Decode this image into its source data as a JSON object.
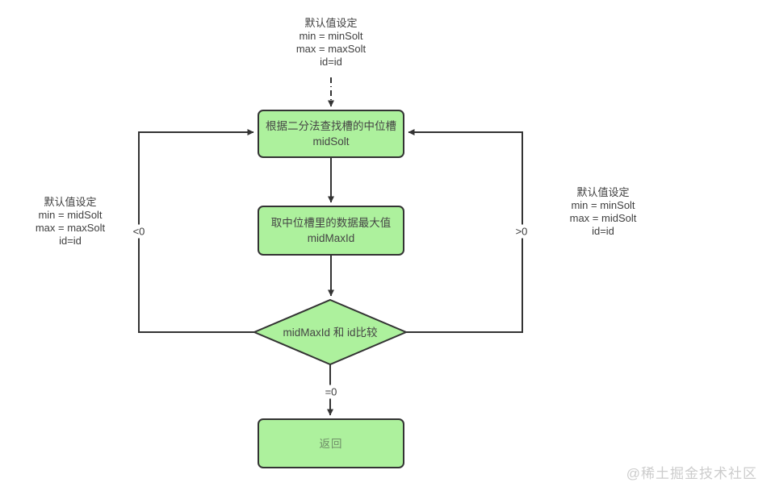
{
  "diagram": {
    "title_hint": "binary-search slot lookup flowchart",
    "top_annotation": {
      "lines": [
        "默认值设定",
        "min = minSolt",
        "max = maxSolt",
        "id=id"
      ]
    },
    "left_annotation": {
      "lines": [
        "默认值设定",
        "min = midSolt",
        "max = maxSolt",
        "id=id"
      ]
    },
    "right_annotation": {
      "lines": [
        "默认值设定",
        "min = minSolt",
        "max = midSolt",
        "id=id"
      ]
    },
    "nodes": {
      "find_mid_slot": {
        "line1": "根据二分法查找槽的中位槽",
        "line2": "midSolt"
      },
      "get_max_id": {
        "line1": "取中位槽里的数据最大值",
        "line2": "midMaxId"
      },
      "compare": {
        "label": "midMaxId 和 id比较"
      },
      "return": {
        "label": "返回"
      }
    },
    "edge_labels": {
      "less": "<0",
      "greater": ">0",
      "equal": "=0"
    },
    "colors": {
      "node_fill": "#adf19d",
      "node_border": "#333333",
      "edge_line": "#333333",
      "watermark": "#cccccc"
    }
  },
  "watermark": "@稀土掘金技术社区"
}
